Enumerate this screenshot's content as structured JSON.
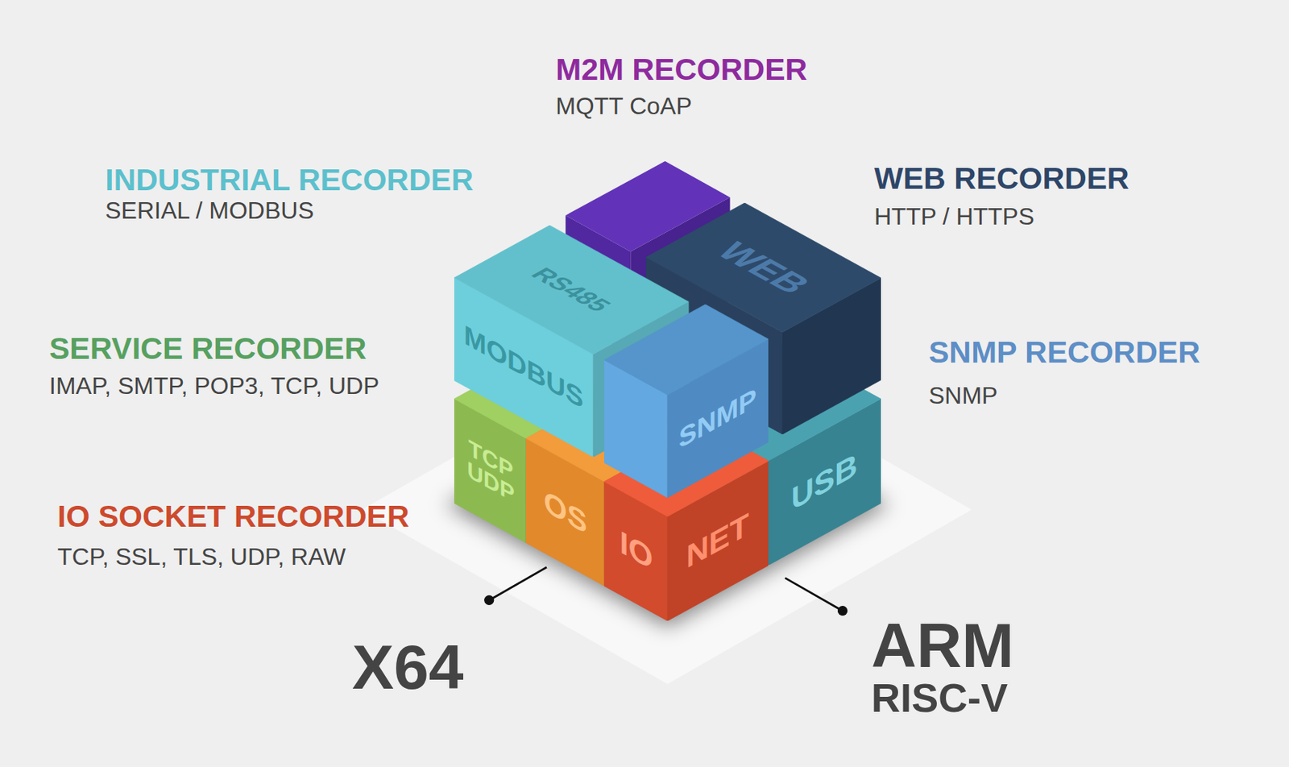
{
  "diagram": {
    "nodes": [
      {
        "text": [
          "RS485",
          "MODBUS"
        ]
      },
      {
        "text": [
          "WEB"
        ]
      },
      {
        "text": [
          "SNMP"
        ]
      },
      {
        "text": [
          "TCP UDP"
        ]
      },
      {
        "text": [
          "OS"
        ]
      },
      {
        "text": [
          "IO",
          "NET"
        ]
      },
      {
        "text": [
          "USB"
        ]
      }
    ],
    "labels": [
      "M2M RECORDER",
      "MQTT CoAP",
      "INDUSTRIAL RECORDER",
      "SERIAL / MODBUS",
      "WEB RECORDER",
      "HTTP / HTTPS",
      "SERVICE RECORDER",
      "IMAP, SMTP, POP3, TCP, UDP",
      "SNMP RECORDER",
      "SNMP",
      "IO SOCKET RECORDER",
      "TCP, SSL, TLS, UDP, RAW",
      "X64",
      "ARM",
      "RISC-V"
    ]
  }
}
